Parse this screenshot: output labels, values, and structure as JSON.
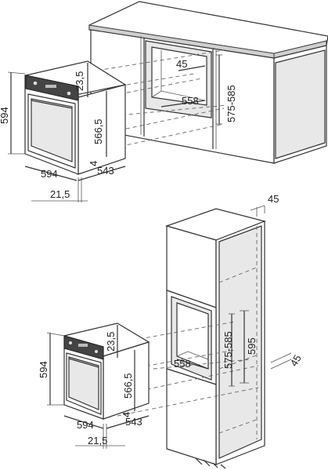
{
  "top_section": {
    "cabinet": {
      "niche_depth": "45",
      "niche_width": "558",
      "niche_height": "575-585"
    },
    "oven": {
      "height": "594",
      "width": "594",
      "depth": "543",
      "top_gap": "23,5",
      "door_height": "566,5",
      "foot": "4",
      "offset": "21,5"
    }
  },
  "bottom_section": {
    "column": {
      "top_depth": "45",
      "side_depth": "45",
      "niche_width": "558",
      "niche_height": "575-585",
      "opening": "595"
    },
    "oven": {
      "height": "594",
      "width": "594",
      "depth": "543",
      "top_gap": "23,5",
      "door_height": "566,5",
      "foot": "4",
      "offset": "21,5"
    }
  }
}
